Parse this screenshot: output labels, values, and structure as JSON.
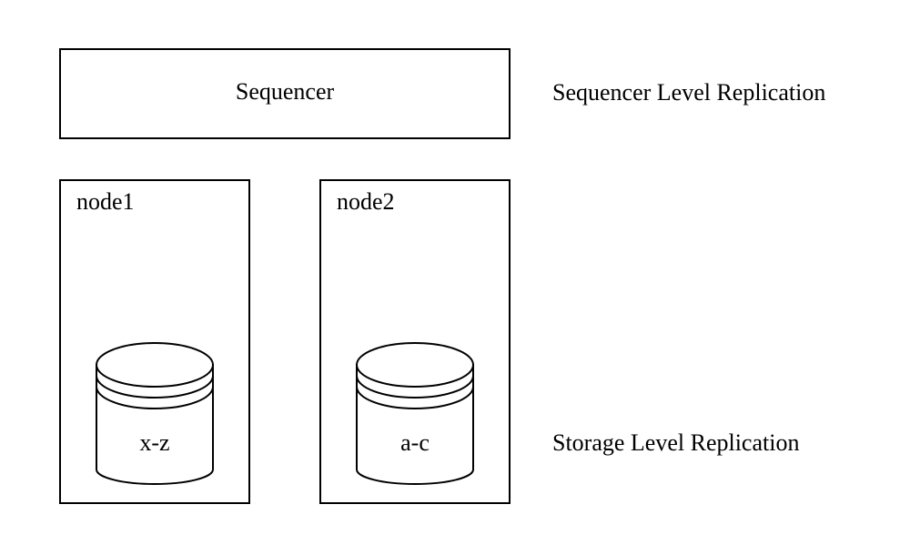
{
  "sequencer": {
    "label": "Sequencer"
  },
  "annotations": {
    "sequencer_level": "Sequencer Level Replication",
    "storage_level": "Storage Level Replication"
  },
  "nodes": [
    {
      "label": "node1",
      "storage": {
        "label": "x-z"
      }
    },
    {
      "label": "node2",
      "storage": {
        "label": "a-c"
      }
    }
  ]
}
